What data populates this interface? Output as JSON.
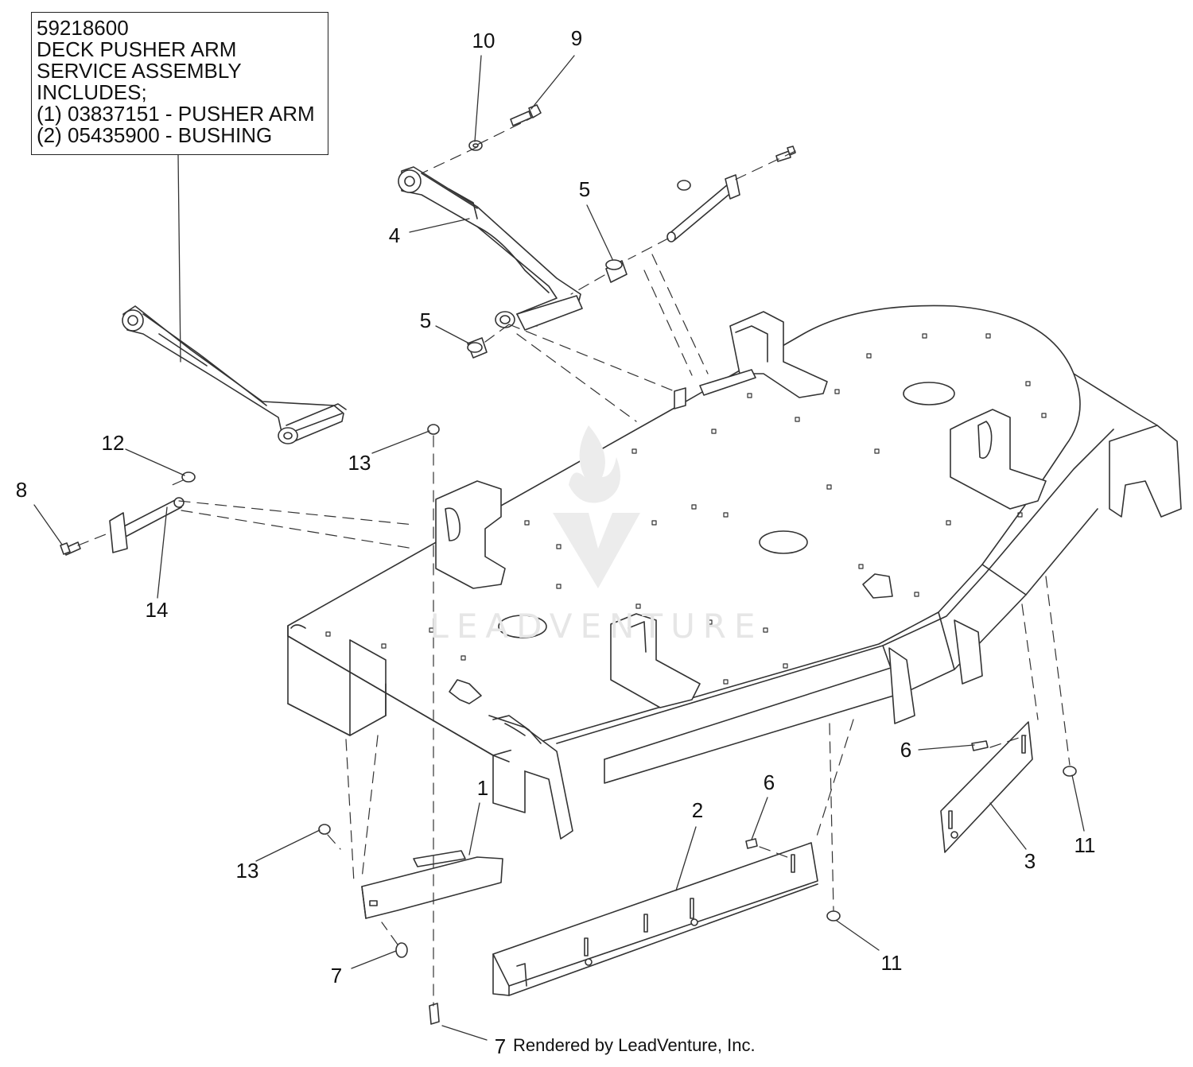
{
  "info_box": {
    "lines": [
      "59218600",
      "DECK PUSHER ARM",
      "SERVICE ASSEMBLY",
      "INCLUDES;",
      "(1) 03837151 - PUSHER ARM",
      "(2) 05435900 - BUSHING"
    ]
  },
  "callouts": [
    {
      "label": "10"
    },
    {
      "label": "9"
    },
    {
      "label": "5"
    },
    {
      "label": "4"
    },
    {
      "label": "5"
    },
    {
      "label": "12"
    },
    {
      "label": "8"
    },
    {
      "label": "14"
    },
    {
      "label": "13"
    },
    {
      "label": "13"
    },
    {
      "label": "1"
    },
    {
      "label": "7"
    },
    {
      "label": "7"
    },
    {
      "label": "2"
    },
    {
      "label": "6"
    },
    {
      "label": "6"
    },
    {
      "label": "3"
    },
    {
      "label": "11"
    },
    {
      "label": "11"
    }
  ],
  "watermark": {
    "text": "LEADVENTURE"
  },
  "footer": {
    "text": "Rendered by LeadVenture, Inc."
  }
}
